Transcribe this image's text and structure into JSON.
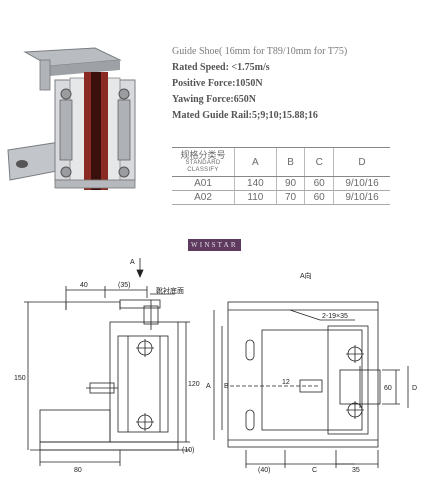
{
  "specs": {
    "title": "Guide Shoe( 16mm for T89/10mm for T75)",
    "rated_speed": "Rated Speed: <1.75m/s",
    "positive_force": "Positive Force:1050N",
    "yawing_force": "Yawing Force:650N",
    "mated_rail": "Mated Guide Rail:5;9;10;15.88;16"
  },
  "table": {
    "header_cn": "规格分类号",
    "header_en1": "STANDARD",
    "header_en2": "CLASSIFY",
    "cols": [
      "A",
      "B",
      "C",
      "D"
    ],
    "rows": [
      {
        "id": "A01",
        "a": "140",
        "b": "90",
        "c": "60",
        "d": "9/10/16"
      },
      {
        "id": "A02",
        "a": "110",
        "b": "70",
        "c": "60",
        "d": "9/10/16"
      }
    ]
  },
  "brand": "WINSTAR",
  "drawing": {
    "section_mark_left": "A",
    "section_mark_right": "A向",
    "dim_40": "40",
    "dim_35p": "(35)",
    "note_bottom": "靴衬底面",
    "dim_150": "150",
    "dim_120": "120",
    "dim_10": "(10)",
    "dim_80": "80",
    "hole_note": "2-19×35",
    "dim_A": "A",
    "dim_B": "B",
    "dim_12": "12",
    "dim_60": "60",
    "dim_D": "D",
    "dim_40p": "(40)",
    "dim_C": "C",
    "dim_35": "35"
  },
  "colors": {
    "accent": "#5d3a5e",
    "liner": "#8b2a22",
    "metal": "#c9ccd0"
  }
}
